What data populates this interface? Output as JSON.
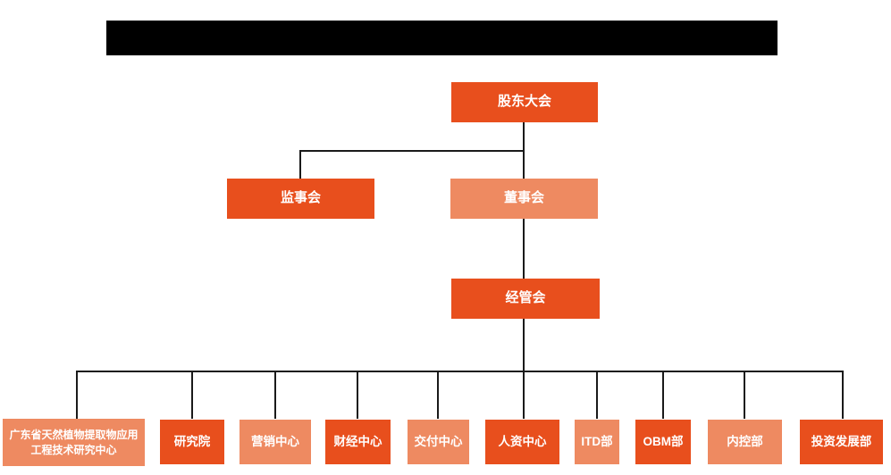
{
  "colors": {
    "background": "#ffffff",
    "box_primary": "#e84f1d",
    "box_secondary": "#ee8a61",
    "box_text": "#ffffff",
    "connector": "#1a1a1a",
    "redaction_bar": "#000000"
  },
  "org_chart": {
    "top": {
      "label": "股东大会"
    },
    "level2": [
      {
        "label": "监事会"
      },
      {
        "label": "董事会"
      }
    ],
    "level3": {
      "label": "经管会"
    },
    "departments": [
      {
        "label": "广东省天然植物提取物应用工程技术研究中心"
      },
      {
        "label": "研究院"
      },
      {
        "label": "营销中心"
      },
      {
        "label": "财经中心"
      },
      {
        "label": "交付中心"
      },
      {
        "label": "人资中心"
      },
      {
        "label": "ITD部"
      },
      {
        "label": "OBM部"
      },
      {
        "label": "内控部"
      },
      {
        "label": "投资发展部"
      }
    ]
  }
}
